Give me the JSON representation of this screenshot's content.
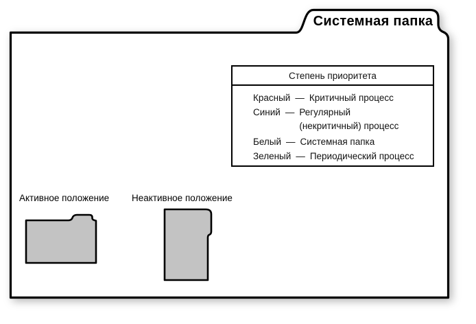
{
  "diagram": {
    "tab_title": "Системная папка",
    "legend": {
      "title": "Степень приоритета",
      "items": [
        {
          "color": "Красный",
          "dash": "—",
          "desc_lines": [
            "Критичный процесс"
          ]
        },
        {
          "color": "Синий",
          "dash": "—",
          "desc_lines": [
            "Регулярный",
            "(некритичный) процесс"
          ]
        },
        {
          "color": "Белый",
          "dash": "—",
          "desc_lines": [
            "Системная папка"
          ]
        },
        {
          "color": "Зеленый",
          "dash": "—",
          "desc_lines": [
            "Периодический процесс"
          ]
        }
      ]
    },
    "active_label": "Активное положение",
    "inactive_label": "Неактивное положение"
  },
  "colors": {
    "outline": "#000000",
    "folder_face": "#ffffff",
    "icon_fill": "#c3c3c3",
    "background": "#ffffff"
  }
}
